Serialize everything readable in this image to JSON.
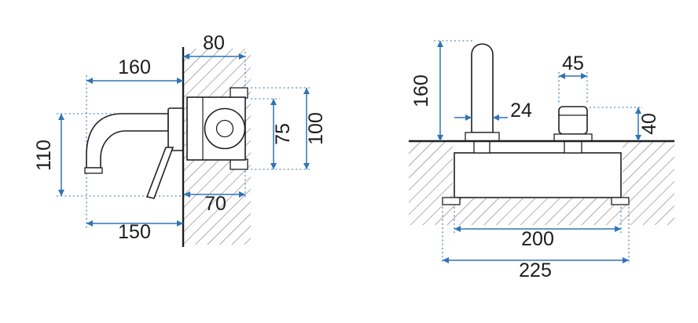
{
  "drawing": {
    "colors": {
      "dimension": "#2e74b5",
      "line": "#1f1f1f",
      "hatch": "#6e6e6e"
    },
    "left": {
      "reach_total": "160",
      "wall_depth": "80",
      "spout_to_handle_height": "110",
      "body_height": "75",
      "total_height": "100",
      "body_depth": "70",
      "spout_reach": "150"
    },
    "right": {
      "spout_height": "160",
      "spout_width": "24",
      "handle_width": "45",
      "handle_height": "40",
      "base_length": "200",
      "total_length": "225"
    }
  }
}
